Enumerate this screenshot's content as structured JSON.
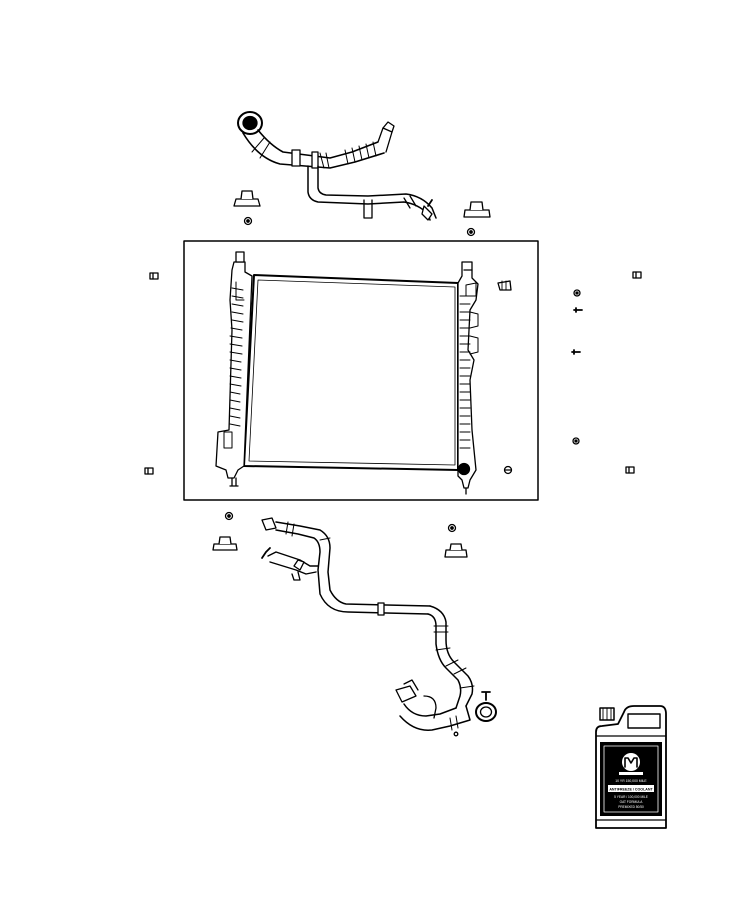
{
  "diagram": {
    "type": "parts-illustration",
    "subject": "radiator and hoses",
    "colors": {
      "line": "#000000",
      "background": "#ffffff",
      "label_fill": "#ffffff"
    }
  },
  "coolant_jug": {
    "logo": "mopar-logo",
    "label_lines": [
      "10 YR 150,000 MILE",
      "ANTIFREEZE / COOLANT",
      "5 YEAR / 100,000 MILE",
      "OAT FORMULA",
      "PREMIXED 50/50"
    ]
  },
  "icons": [
    "upper-radiator-hose-icon",
    "lower-radiator-hose-icon",
    "radiator-core-icon",
    "isolator-bushing-icon",
    "nut-icon",
    "bolt-icon",
    "clip-icon",
    "coolant-jug-icon"
  ]
}
